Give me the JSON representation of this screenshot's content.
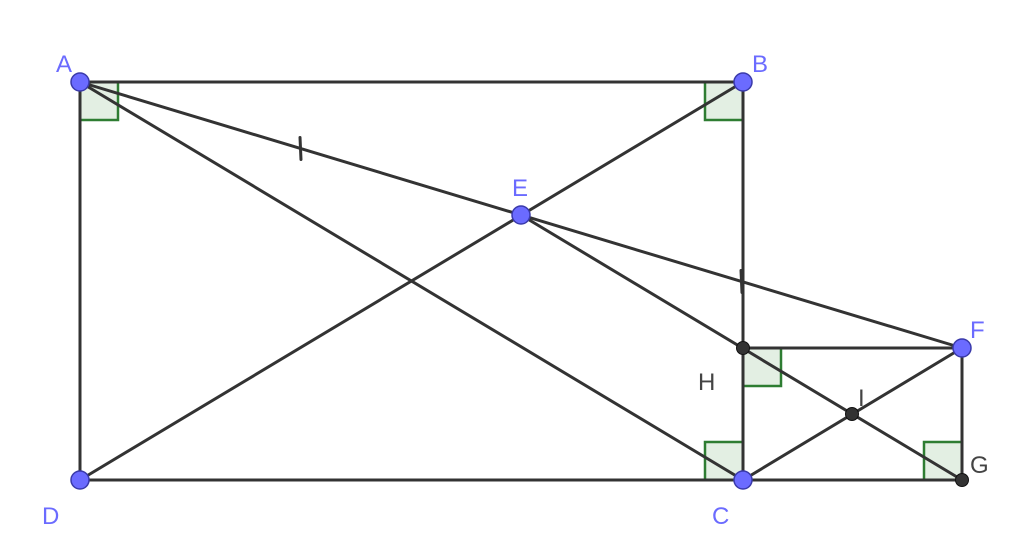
{
  "diagram": {
    "colors": {
      "free_point": "#6b6bff",
      "free_point_stroke": "#3a3aaa",
      "dependent_point": "#333333",
      "segment": "#333333",
      "right_angle": "#2e7d32",
      "right_angle_fill": "#e3efe3",
      "free_label": "#6b6bff",
      "dependent_label": "#444444"
    },
    "points": [
      {
        "id": "A",
        "label": "A",
        "kind": "free"
      },
      {
        "id": "B",
        "label": "B",
        "kind": "free"
      },
      {
        "id": "C",
        "label": "C",
        "kind": "free"
      },
      {
        "id": "D",
        "label": "D",
        "kind": "free"
      },
      {
        "id": "E",
        "label": "E",
        "kind": "free"
      },
      {
        "id": "F",
        "label": "F",
        "kind": "free"
      },
      {
        "id": "G",
        "label": "G",
        "kind": "dependent"
      },
      {
        "id": "H",
        "label": "H",
        "kind": "dependent"
      },
      {
        "id": "I",
        "label": "I",
        "kind": "dependent"
      }
    ],
    "segments": [
      [
        "A",
        "B"
      ],
      [
        "B",
        "C"
      ],
      [
        "C",
        "D"
      ],
      [
        "D",
        "A"
      ],
      [
        "A",
        "C"
      ],
      [
        "B",
        "D"
      ],
      [
        "A",
        "F"
      ],
      [
        "E",
        "G"
      ],
      [
        "H",
        "F"
      ],
      [
        "F",
        "G"
      ],
      [
        "C",
        "G"
      ],
      [
        "C",
        "F"
      ]
    ],
    "right_angles": [
      "A",
      "B",
      "C",
      "H",
      "G"
    ],
    "equal_marks": [
      [
        "A",
        "E"
      ],
      [
        "E",
        "F"
      ]
    ]
  }
}
